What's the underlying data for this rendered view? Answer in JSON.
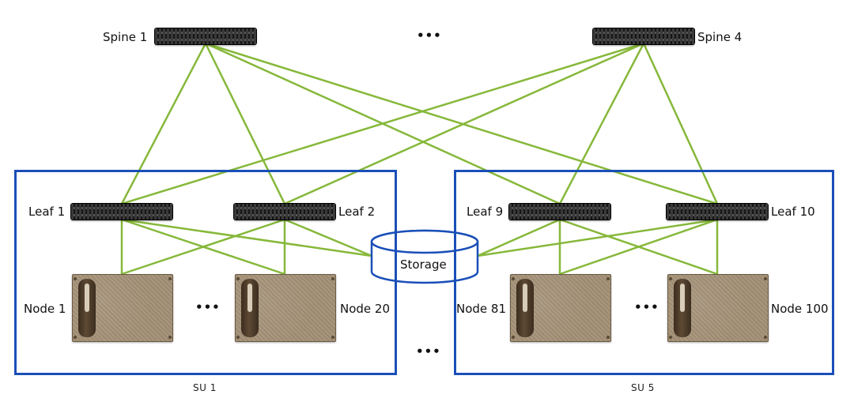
{
  "spines": [
    {
      "label": "Spine 1"
    },
    {
      "label": "Spine 4"
    }
  ],
  "spine_ellipsis": "•••",
  "storage": {
    "label": "Storage"
  },
  "middle_ellipsis": "•••",
  "scalable_units": [
    {
      "label": "SU 1",
      "leaves": [
        {
          "label": "Leaf 1"
        },
        {
          "label": "Leaf 2"
        }
      ],
      "nodes": [
        {
          "label": "Node 1"
        },
        {
          "label": "Node 20"
        }
      ],
      "node_ellipsis": "•••"
    },
    {
      "label": "SU 5",
      "leaves": [
        {
          "label": "Leaf 9"
        },
        {
          "label": "Leaf 10"
        }
      ],
      "nodes": [
        {
          "label": "Node 81"
        },
        {
          "label": "Node 100"
        }
      ],
      "node_ellipsis": "•••"
    }
  ],
  "colors": {
    "link": "#86b83a",
    "su_border": "#1a4fb8",
    "storage_border": "#1a4fb8"
  }
}
